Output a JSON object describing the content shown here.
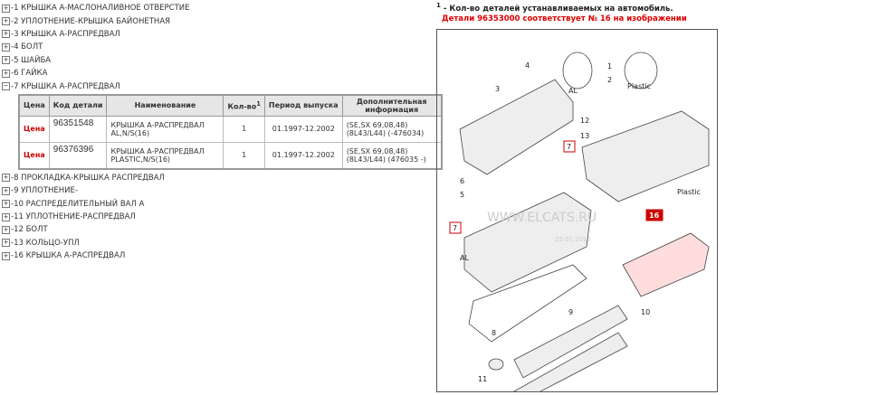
{
  "tree": {
    "items": [
      {
        "label": "-1 КРЫШКА А-МАСЛОНАЛИВНОЕ ОТВЕРСТИЕ",
        "expanded": false
      },
      {
        "label": "-2 УПЛОТНЕНИЕ-КРЫШКА БАЙОНЕТНАЯ",
        "expanded": false
      },
      {
        "label": "-3 КРЫШКА А-РАСПРЕДВАЛ",
        "expanded": false
      },
      {
        "label": "-4 БОЛТ",
        "expanded": false
      },
      {
        "label": "-5 ШАЙБА",
        "expanded": false
      },
      {
        "label": "-6 ГАЙКА",
        "expanded": false
      },
      {
        "label": "-7 КРЫШКА А-РАСПРЕДВАЛ",
        "expanded": true
      },
      {
        "label": "-8 ПРОКЛАДКА-КРЫШКА РАСПРЕДВАЛ",
        "expanded": false
      },
      {
        "label": "-9 УПЛОТНЕНИЕ-",
        "expanded": false
      },
      {
        "label": "-10 РАСПРЕДЕЛИТЕЛЬНЫЙ ВАЛ А",
        "expanded": false
      },
      {
        "label": "-11 УПЛОТНЕНИЕ-РАСПРЕДВАЛ",
        "expanded": false
      },
      {
        "label": "-12 БОЛТ",
        "expanded": false
      },
      {
        "label": "-13 КОЛЬЦО-УПЛ",
        "expanded": false
      },
      {
        "label": "-16 КРЫШКА А-РАСПРЕДВАЛ",
        "expanded": false
      }
    ]
  },
  "table": {
    "headers": [
      "Цена",
      "Код детали",
      "Наименование",
      "Кол-во",
      "Период выпуска",
      "Дополнительная информация"
    ],
    "header_sup": "1",
    "rows": [
      {
        "price": "Цена",
        "code": "96351548",
        "name": "КРЫШКА А-РАСПРЕДВАЛ AL,N/S(16)",
        "qty": "1",
        "period": "01.1997-12.2002",
        "info": "(SE,SX 69,08,48) (8L43/L44) (-476034)"
      },
      {
        "price": "Цена",
        "code": "96376396",
        "name": "КРЫШКА А-РАСПРЕДВАЛ PLASTIC,N/S(16)",
        "qty": "1",
        "period": "01.1997-12.2002",
        "info": "(SE,SX 69,08,48) (8L43/L44) (476035 -)"
      }
    ]
  },
  "note": {
    "sup": "1",
    "text": " - Кол-во деталей устанавливаемых на автомобиль.",
    "match": "Детали 96353000 соответствует № 16 на изображении"
  },
  "diagram": {
    "labels": [
      "1",
      "2",
      "AL",
      "Plastic",
      "4",
      "3",
      "7",
      "12",
      "13",
      "Plastic",
      "6",
      "5",
      "7",
      "AL",
      "16",
      "8",
      "9",
      "10",
      "11"
    ],
    "watermark": "WWW.ELCATS.RU",
    "watermark_date": "25.01.2015",
    "highlight_color": "#cc0000"
  }
}
